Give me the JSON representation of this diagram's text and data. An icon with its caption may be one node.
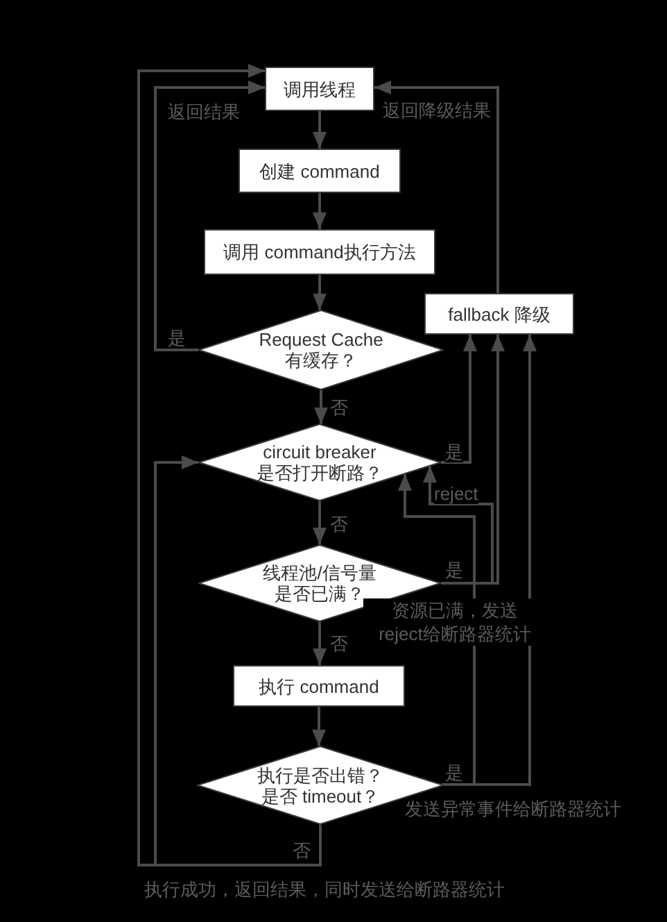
{
  "diagram": {
    "nodes": [
      {
        "text": [
          "调用线程"
        ]
      },
      {
        "text": [
          "创建 command"
        ]
      },
      {
        "text": [
          "调用 command执行方法"
        ]
      },
      {
        "text": [
          "fallback 降级"
        ]
      },
      {
        "text": [
          "Request Cache 有缓存？"
        ]
      },
      {
        "text": [
          "circuit breaker 是否打开断路？"
        ]
      },
      {
        "text": [
          "线程池/信号量是否已满？"
        ]
      },
      {
        "text": [
          "执行 command"
        ]
      },
      {
        "text": [
          "执行是否出错？是否 timeout？"
        ]
      }
    ],
    "edges": [
      {
        "from": 0,
        "to": 1,
        "arrow": "to"
      },
      {
        "from": 1,
        "to": 2,
        "arrow": "to"
      },
      {
        "from": 2,
        "to": 4,
        "arrow": "to"
      },
      {
        "from": 4,
        "to": 5,
        "arrow": "to",
        "label": "否"
      },
      {
        "from": 5,
        "to": 6,
        "arrow": "to",
        "label": "否"
      },
      {
        "from": 6,
        "to": 7,
        "arrow": "to",
        "label": "否"
      },
      {
        "from": 7,
        "to": 8,
        "arrow": "to"
      },
      {
        "from": 4,
        "to": 0,
        "arrow": "to",
        "label": "是"
      },
      {
        "from": 3,
        "to": 0,
        "arrow": "to",
        "label": "返回降级结果"
      },
      {
        "from": 5,
        "to": 3,
        "arrow": "to",
        "label": "是"
      },
      {
        "from": 6,
        "to": 3,
        "arrow": "to",
        "label": "是"
      },
      {
        "from": 6,
        "to": 5,
        "arrow": "to",
        "label": "reject"
      },
      {
        "from": 8,
        "to": 3,
        "arrow": "to",
        "label": "是"
      },
      {
        "from": 8,
        "to": 5,
        "arrow": "to",
        "label": "发送异常事件给断路器统计"
      },
      {
        "from": 8,
        "to": 0,
        "arrow": "to",
        "label": "否"
      },
      {
        "from": 8,
        "to": 5,
        "arrow": "to",
        "label": "执行成功，返回结果，同时发送给断路器统计"
      }
    ],
    "labels": [
      "返回结果",
      "资源已满，发送 reject给断路器统计"
    ]
  }
}
